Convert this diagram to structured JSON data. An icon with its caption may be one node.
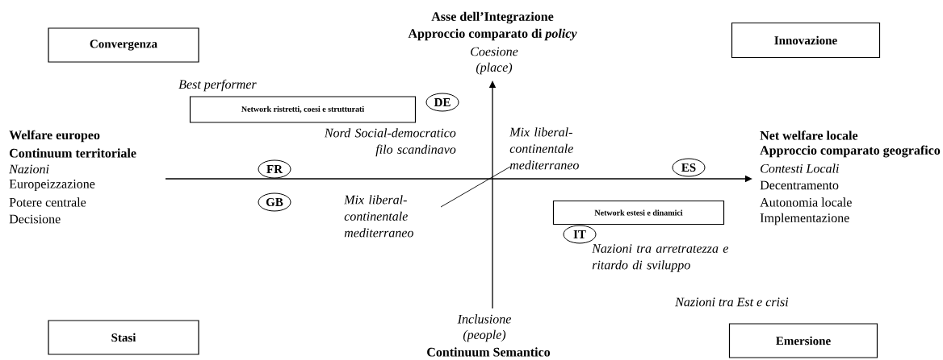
{
  "diagram": {
    "nodes": [
      {
        "text": [
          "Convergenza"
        ]
      },
      {
        "text": [
          "Innovazione"
        ]
      },
      {
        "text": [
          "Network ristretti, coesi e strutturati"
        ]
      },
      {
        "text": [
          "DE"
        ]
      },
      {
        "text": [
          "FR"
        ]
      },
      {
        "text": [
          "ES"
        ]
      },
      {
        "text": [
          "GB"
        ]
      },
      {
        "text": [
          "Network estesi e dinamici"
        ]
      },
      {
        "text": [
          "IT"
        ]
      },
      {
        "text": [
          "Stasi"
        ]
      },
      {
        "text": [
          "Emersione"
        ]
      }
    ],
    "labels": [
      "Asse dell’Integrazione",
      "Approccio comparato di *policy*",
      "Coesione",
      "(place)",
      "Best performer",
      "Welfare europeo",
      "Continuum territoriale",
      "Nazioni",
      "Europeizzazione",
      "Potere centrale",
      "Decisione",
      "Nord Social-democratico filo scandinavo",
      "Mix liberal- continentale mediterraneo",
      "Net welfare locale",
      "Approccio comparato geografico",
      "Contesti Locali",
      "Decentramento",
      "Autonomia locale",
      "Implementazione",
      "Mix liberal- continentale mediterraneo",
      "Nazioni tra arretratezza e ritardo di sviluppo",
      "Nazioni tra Est e crisi",
      "Inclusione",
      "(people)",
      "Continuum Semantico"
    ]
  }
}
